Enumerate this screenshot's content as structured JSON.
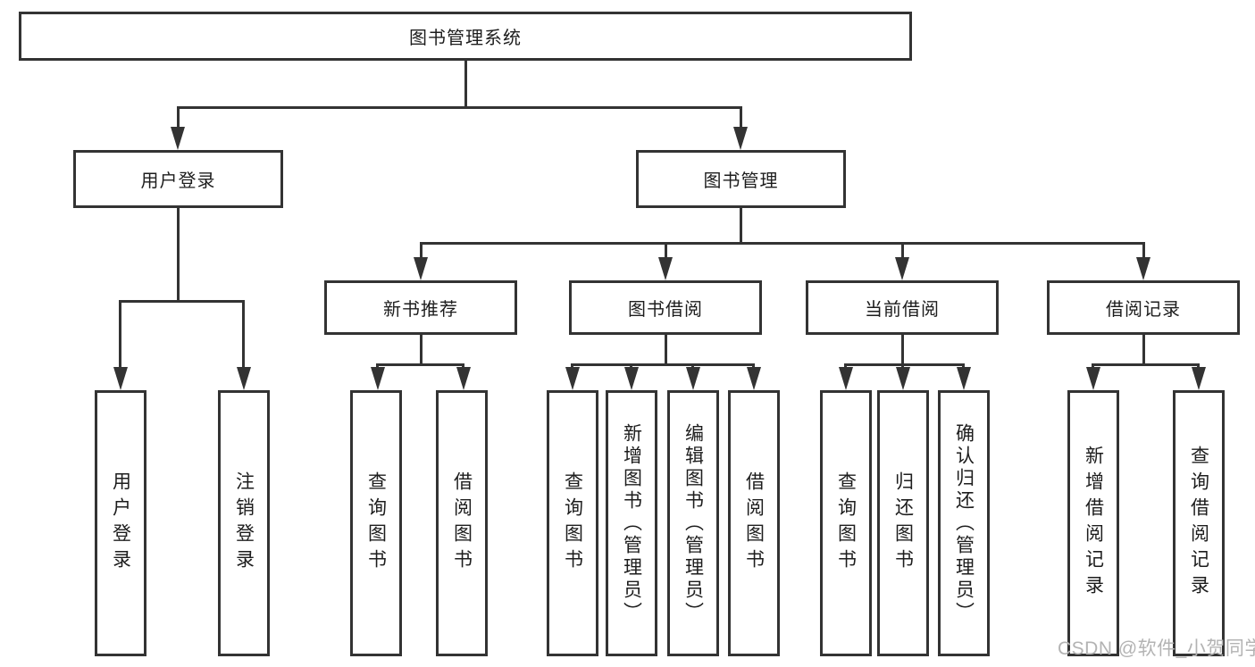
{
  "colors": {
    "line": "#333333",
    "text": "#1d1d1d",
    "background": "#ffffff",
    "watermark": "#b3b3b3"
  },
  "watermark": {
    "text": "CSDN @软件_小贺同学"
  },
  "tree": {
    "label": "图书管理系统",
    "children": [
      {
        "label": "用户登录",
        "children": [
          {
            "label": "用户登录"
          },
          {
            "label": "注销登录"
          }
        ]
      },
      {
        "label": "图书管理",
        "children": [
          {
            "label": "新书推荐",
            "children": [
              {
                "label": "查询图书"
              },
              {
                "label": "借阅图书"
              }
            ]
          },
          {
            "label": "图书借阅",
            "children": [
              {
                "label": "查询图书"
              },
              {
                "label": "新增图书（管理员）"
              },
              {
                "label": "编辑图书（管理员）"
              },
              {
                "label": "借阅图书"
              }
            ]
          },
          {
            "label": "当前借阅",
            "children": [
              {
                "label": "查询图书"
              },
              {
                "label": "归还图书"
              },
              {
                "label": "确认归还（管理员）"
              }
            ]
          },
          {
            "label": "借阅记录",
            "children": [
              {
                "label": "新增借阅记录"
              },
              {
                "label": "查询借阅记录"
              }
            ]
          }
        ]
      }
    ]
  }
}
